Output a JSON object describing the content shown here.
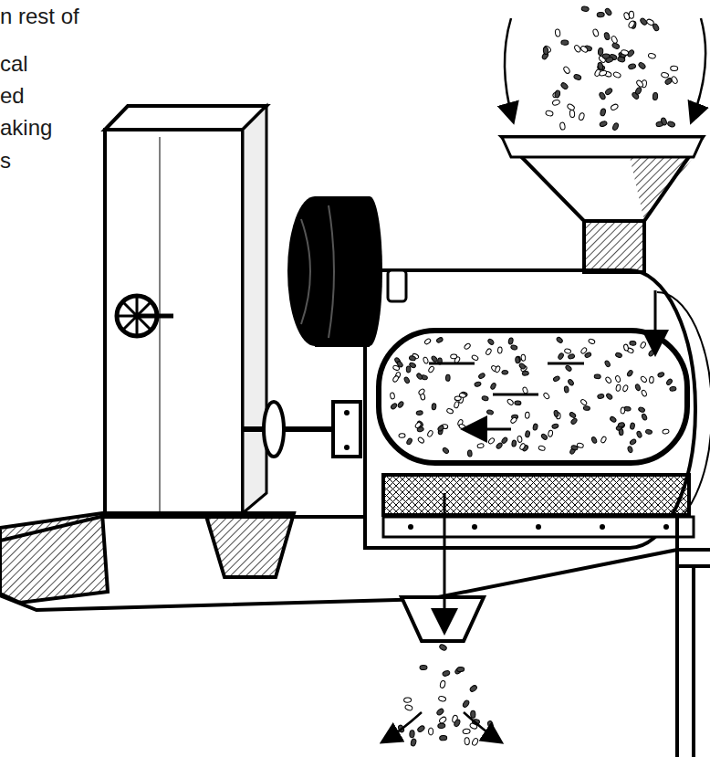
{
  "diagram": {
    "labels": [
      "n rest of",
      "cal",
      "ed",
      "aking",
      "s"
    ]
  }
}
